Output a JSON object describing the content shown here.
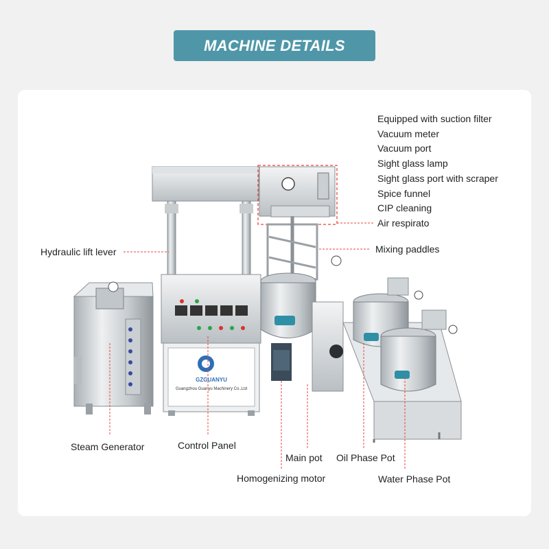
{
  "banner": {
    "title": "MACHINE DETAILS"
  },
  "parts_list": [
    "Equipped with suction filter",
    "Vacuum meter",
    "Vacuum port",
    "Sight glass lamp",
    "Sight glass port with scraper",
    "Spice funnel",
    "CIP cleaning",
    "Air respirato"
  ],
  "labels": {
    "hydraulic_lift": "Hydraulic lift lever",
    "mixing_paddles": "Mixing paddles",
    "steam_generator": "Steam Generator",
    "control_panel": "Control Panel",
    "main_pot": "Main pot",
    "oil_phase_pot": "Oil Phase Pot",
    "homogenizing_motor": "Homogenizing motor",
    "water_phase_pot": "Water Phase Pot"
  },
  "machine_branding": {
    "logo_text": "GZGUANYU",
    "company": "Guangzhou Guanyu Machinery Co.,Ltd"
  },
  "colors": {
    "banner": "#4f97a8",
    "leader_line": "#e8453c",
    "steel": "#d6dadd"
  }
}
